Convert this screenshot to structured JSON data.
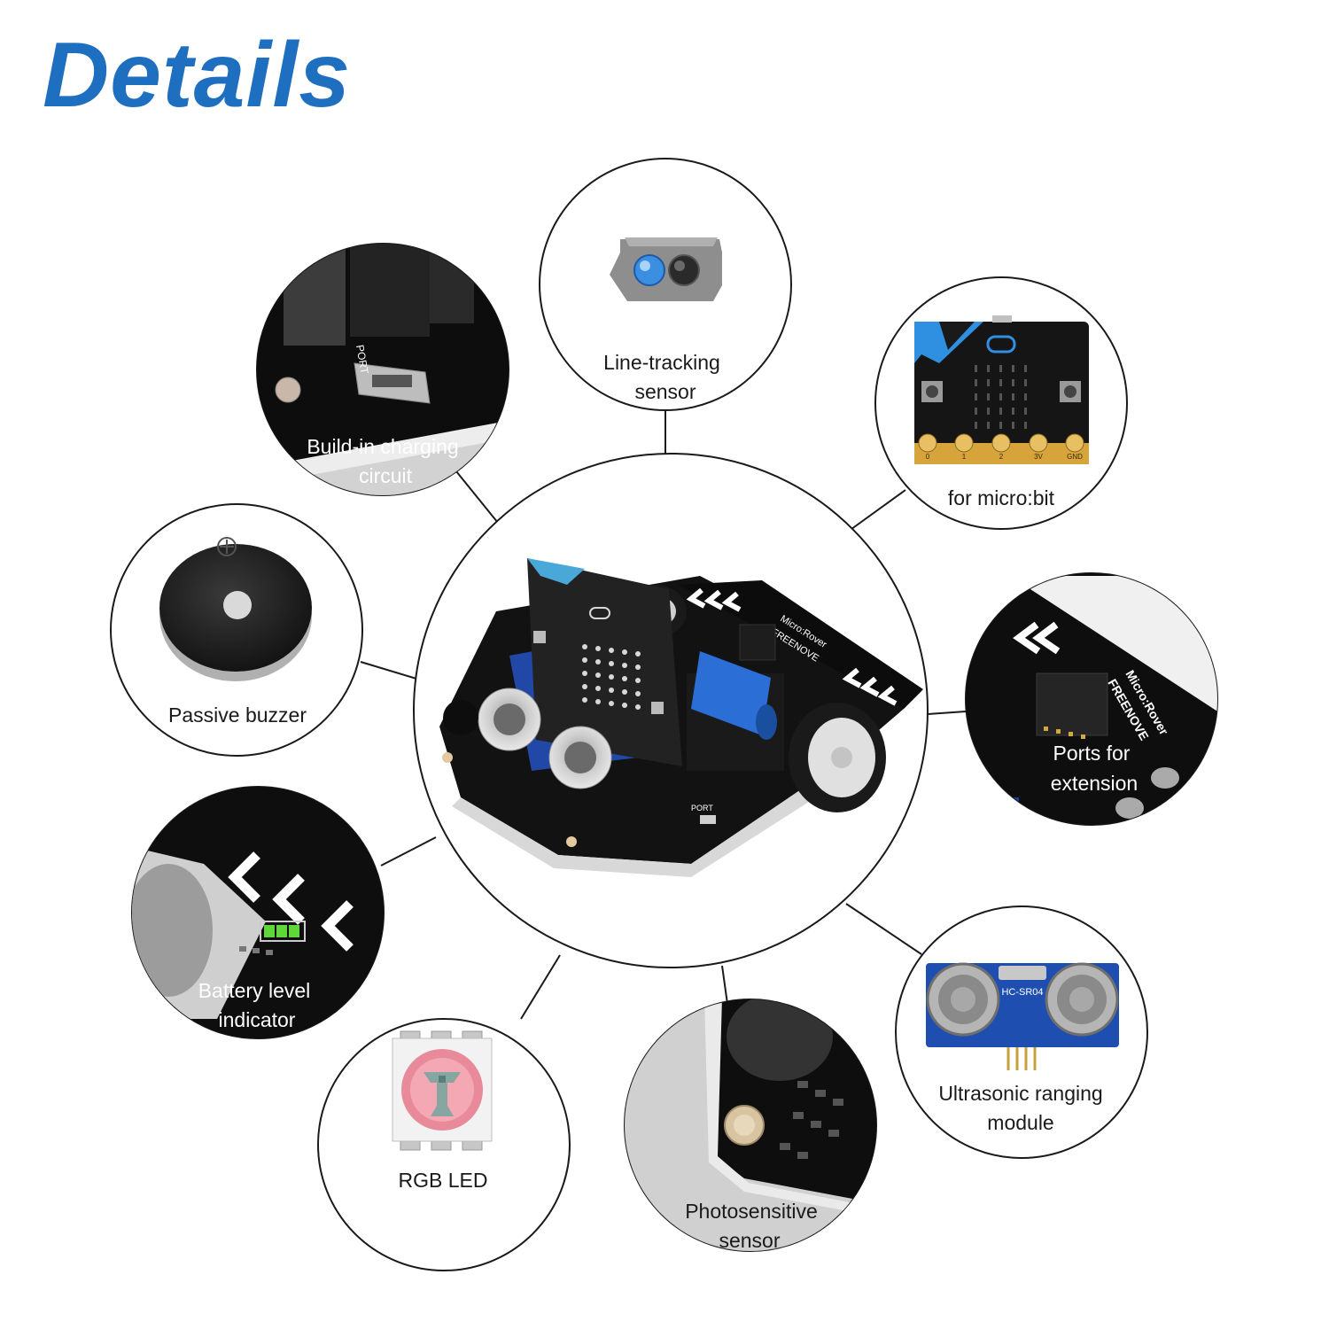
{
  "title": "Details",
  "features": {
    "line_tracking": [
      "Line-tracking",
      "sensor"
    ],
    "charging": [
      "Build-in charging",
      "circuit"
    ],
    "microbit": [
      "for micro:bit"
    ],
    "buzzer": [
      "Passive buzzer"
    ],
    "ports": [
      "Ports for",
      "extension"
    ],
    "battery": [
      "Battery level",
      "indicator"
    ],
    "ultrasonic": [
      "Ultrasonic ranging",
      "module"
    ],
    "rgb": [
      "RGB LED"
    ],
    "photo": [
      "Photosensitive",
      "sensor"
    ]
  },
  "product_text": {
    "brand": "FREENOVE",
    "model": "Micro:Rover",
    "port": "PORT",
    "hcsr": "HC-SR04"
  },
  "pins": [
    "0",
    "1",
    "2",
    "3V",
    "GND"
  ],
  "colors": {
    "title": "#1f6fc0",
    "connector": "#1a1a1a",
    "board": "#111111",
    "microbit_blue": "#2f8fe0",
    "gold_pad": "#d7a43c",
    "hcsr_blue": "#1e4fb0"
  }
}
